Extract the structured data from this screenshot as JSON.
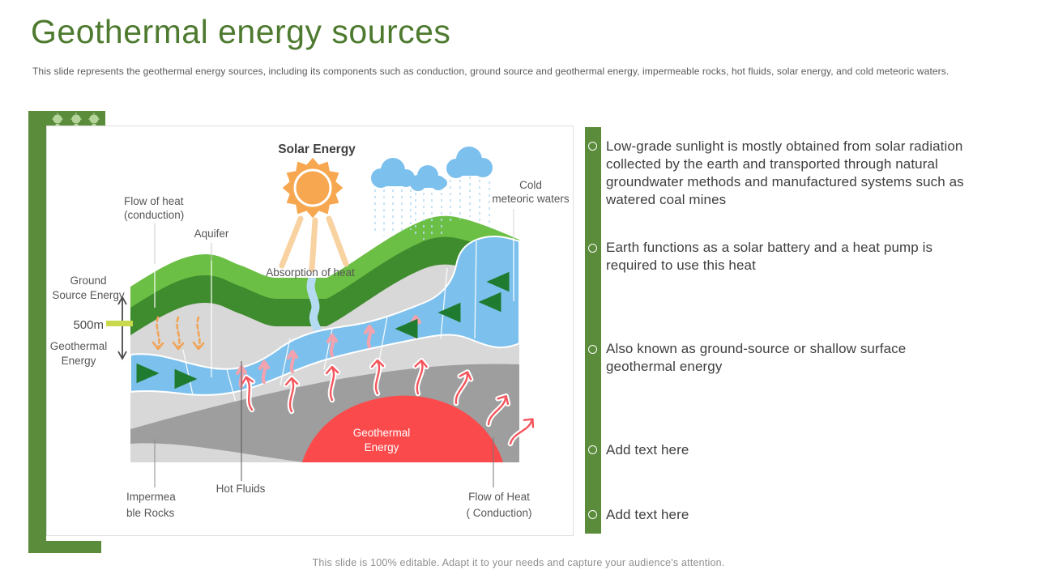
{
  "page": {
    "title": "Geothermal energy sources",
    "subtitle": "This slide represents the geothermal energy sources, including its components such as conduction, ground source and geothermal energy, impermeable rocks, hot fluids, solar energy, and cold meteoric waters.",
    "footer": "This slide is 100% editable. Adapt it to your needs and capture your audience's attention."
  },
  "bullets": [
    {
      "text": "Low-grade sunlight is mostly obtained from solar radiation\ncollected by the earth and transported through natural\ngroundwater methods and manufactured systems such as\nwatered coal mines"
    },
    {
      "text": "Earth functions as a solar battery and a heat pump is\nrequired to use this heat"
    },
    {
      "text": "Also known as ground-source or shallow surface\ngeothermal energy"
    },
    {
      "text": "Add text here"
    },
    {
      "text": "Add text here"
    }
  ],
  "diagram": {
    "labels": {
      "solar_energy": "Solar Energy",
      "flow_heat_top_l1": "Flow of heat",
      "flow_heat_top_l2": "(conduction)",
      "aquifer": "Aquifer",
      "cold_l1": "Cold",
      "cold_l2": "meteoric waters",
      "absorption": "Absorption of heat",
      "ground_l1": "Ground",
      "ground_l2": "Source Energy",
      "depth": "500m",
      "geo_left_l1": "Geothermal",
      "geo_left_l2": "Energy",
      "hot_fluids": "Hot Fluids",
      "imperm_l1": "Impermea",
      "imperm_l2": "ble Rocks",
      "flow_heat_bot_l1": "Flow of Heat",
      "flow_heat_bot_l2": "( Conduction)",
      "geo_core_l1": "Geothermal",
      "geo_core_l2": "Energy"
    }
  },
  "colors": {
    "title_green": "#4e7a2f",
    "accent_green": "#5a8c3c",
    "grass_light": "#6cbf45",
    "grass_dark": "#3f8c2e",
    "water_blue": "#7cc0ed",
    "river_blue": "#b5dbf2",
    "rock_light": "#d8d8d8",
    "rock_dark": "#9e9e9e",
    "magma_red": "#fb4a4c",
    "sun_orange": "#f6a750",
    "depth_marker": "#c9d94e"
  }
}
